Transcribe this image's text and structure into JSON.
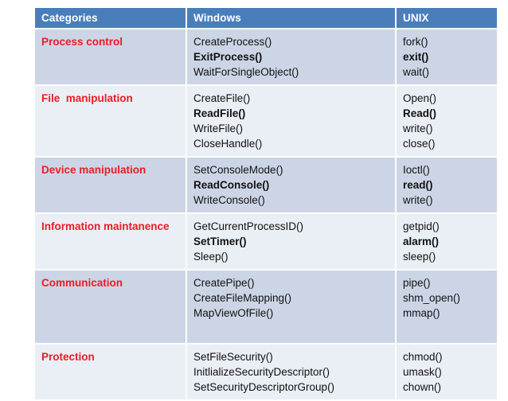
{
  "table": {
    "columns": [
      {
        "key": "categories",
        "label": "Categories"
      },
      {
        "key": "windows",
        "label": "Windows"
      },
      {
        "key": "unix",
        "label": "UNIX"
      }
    ],
    "header": {
      "background": "#4a7ebb",
      "text_color": "#ffffff"
    },
    "colors": {
      "band_dark": "#ccd5e6",
      "band_light": "#eaeef5",
      "category_text": "#ed1c24",
      "body_text": "#111111",
      "grid_line": "#ffffff",
      "page_background": "#ffffff"
    },
    "rows": [
      {
        "key": "process-control",
        "band": "dark",
        "category": "Process control",
        "windows": [
          {
            "text": "CreateProcess()",
            "bold": false
          },
          {
            "text": "ExitProcess()",
            "bold": true
          },
          {
            "text": "WaitForSingleObject()",
            "bold": false
          }
        ],
        "unix": [
          {
            "text": "fork()",
            "bold": false
          },
          {
            "text": "exit()",
            "bold": true
          },
          {
            "text": "wait()",
            "bold": false
          }
        ]
      },
      {
        "key": "file-manipulation",
        "band": "light",
        "category": "File  manipulation",
        "windows": [
          {
            "text": "CreateFile()",
            "bold": false
          },
          {
            "text": "ReadFile()",
            "bold": true
          },
          {
            "text": "WriteFile()",
            "bold": false
          },
          {
            "text": "CloseHandle()",
            "bold": false
          }
        ],
        "unix": [
          {
            "text": "Open()",
            "bold": false
          },
          {
            "text": "Read()",
            "bold": true
          },
          {
            "text": "write()",
            "bold": false
          },
          {
            "text": "close()",
            "bold": false
          }
        ]
      },
      {
        "key": "device-manipulation",
        "band": "dark",
        "category": "Device manipulation",
        "windows": [
          {
            "text": "SetConsoleMode()",
            "bold": false
          },
          {
            "text": "ReadConsole()",
            "bold": true
          },
          {
            "text": "WriteConsole()",
            "bold": false
          }
        ],
        "unix": [
          {
            "text": "Ioctl()",
            "bold": false
          },
          {
            "text": "read()",
            "bold": true
          },
          {
            "text": "write()",
            "bold": false
          }
        ]
      },
      {
        "key": "information-maintanence",
        "band": "light",
        "category": "Information maintanence",
        "windows": [
          {
            "text": "GetCurrentProcessID()",
            "bold": false
          },
          {
            "text": "SetTimer()",
            "bold": true
          },
          {
            "text": "Sleep()",
            "bold": false
          }
        ],
        "unix": [
          {
            "text": "getpid()",
            "bold": false
          },
          {
            "text": "alarm()",
            "bold": true
          },
          {
            "text": "sleep()",
            "bold": false
          }
        ]
      },
      {
        "key": "communication",
        "band": "dark",
        "category": "Communication",
        "windows": [
          {
            "text": "CreatePipe()",
            "bold": false
          },
          {
            "text": "CreateFileMapping()",
            "bold": false
          },
          {
            "text": "MapViewOfFile()",
            "bold": false
          }
        ],
        "unix": [
          {
            "text": "pipe()",
            "bold": false
          },
          {
            "text": "shm_open()",
            "bold": false
          },
          {
            "text": "mmap()",
            "bold": false
          }
        ]
      },
      {
        "key": "protection",
        "band": "light",
        "category": "Protection",
        "windows": [
          {
            "text": "SetFileSecurity()",
            "bold": false
          },
          {
            "text": "InitlializeSecurityDescriptor()",
            "bold": false
          },
          {
            "text": "SetSecurityDescriptorGroup()",
            "bold": false
          }
        ],
        "unix": [
          {
            "text": "chmod()",
            "bold": false
          },
          {
            "text": "umask()",
            "bold": false
          },
          {
            "text": "chown()",
            "bold": false
          }
        ]
      }
    ]
  }
}
